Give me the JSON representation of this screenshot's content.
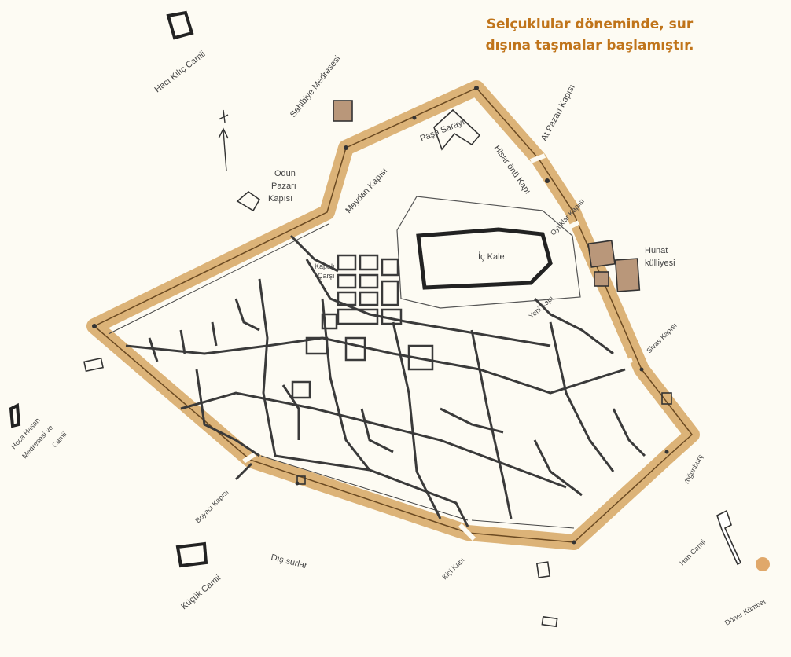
{
  "caption": {
    "line1": "Selçuklular döneminde, sur",
    "line2": "dışına taşmalar başlamıştır."
  },
  "labels": {
    "haci_kilic_camii": "Hacı Kılıç Camii",
    "sahibiye_medresesi": "Sahibiye Medresesi",
    "odun": "Odun",
    "pazari": "Pazarı",
    "kapisi": "Kapısı",
    "meydan_kapisi": "Meydan Kapısı",
    "pasa_sarayi": "Paşa Sarayı",
    "hisar_onu_kapi": "Hisar önü Kapı",
    "at_pazari_kapisi": "At Pazarı Kapısı",
    "ic_kale": "İç Kale",
    "kapali": "Kapalı",
    "carsi": "Çarşı",
    "oyuklar_kapisi": "Oyuklar Kapısı",
    "hunat": "Hunat",
    "kulliyesi": "külliyesi",
    "yeni_kapi": "Yeni Kapı",
    "sivas_kapisi": "Sivas Kapısı",
    "hoca_hasan": "Hoca Hasan",
    "medresesi_ve": "Medresesi ve",
    "camii": "Camii",
    "boyacı_kapisi": "Boyacı Kapısı",
    "yogunburc": "Yoğunburç",
    "dis_surlar": "Dış surlar",
    "kuçuk_camii": "Küçük Camii",
    "kici_kapi": "Kiçi Kapı",
    "han_camii": "Han Camii",
    "doner_kumbet": "Döner Kümbet"
  },
  "colors": {
    "wall": "#dcb378",
    "wall_outline": "#5a4020",
    "ink": "#333333",
    "caption": "#c0741a",
    "building_fill": "#b9977a",
    "kumbet": "#e0a86a"
  },
  "icons": {
    "north_arrow": "north-arrow-icon"
  }
}
